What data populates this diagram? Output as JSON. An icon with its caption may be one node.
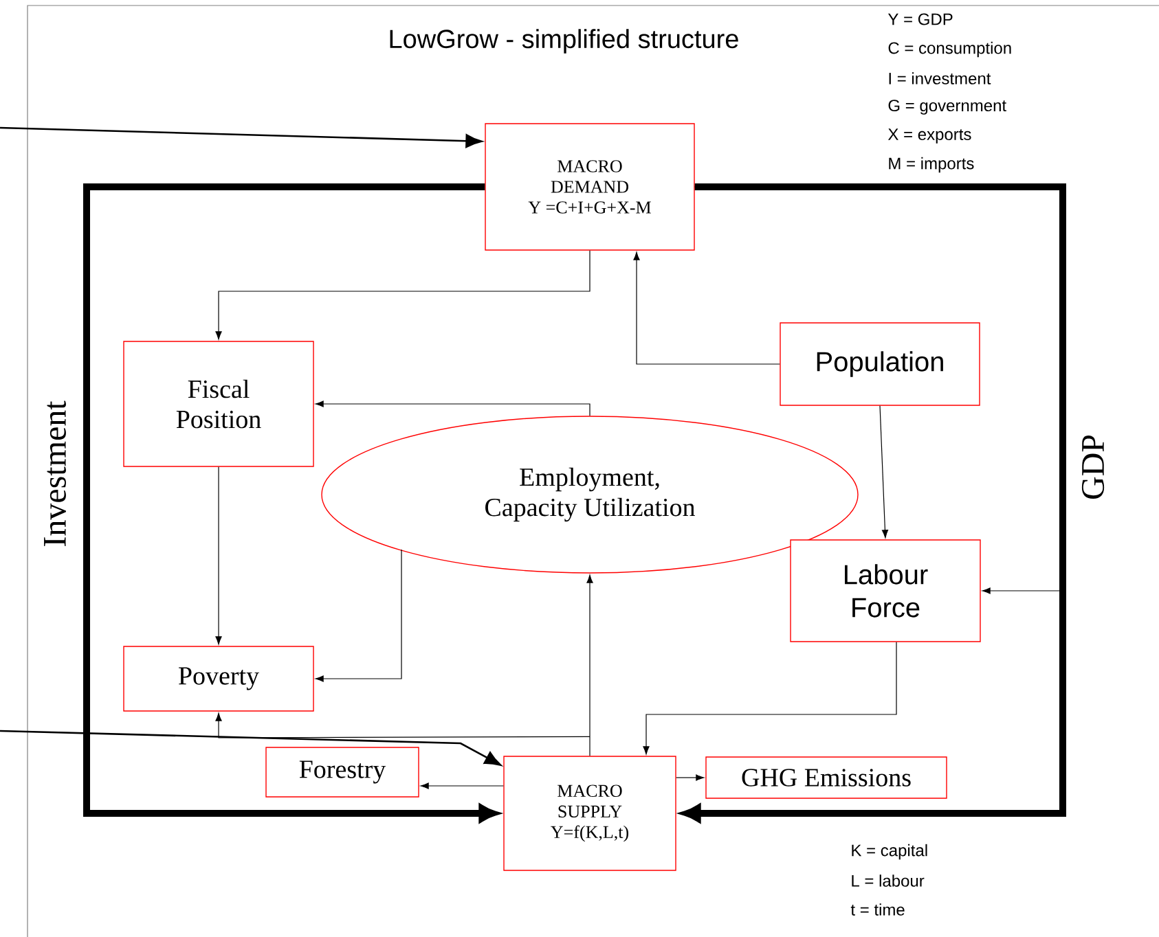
{
  "diagram": {
    "title": "LowGrow - simplified structure",
    "nodes": [
      {
        "text": [
          "MACRO DEMAND",
          "Y =C+I+G+X-M"
        ]
      },
      {
        "text": [
          "Fiscal Position"
        ]
      },
      {
        "text": [
          "Population"
        ]
      },
      {
        "text": [
          "Employment, Capacity Utilization"
        ]
      },
      {
        "text": [
          "Labour Force"
        ]
      },
      {
        "text": [
          "Poverty"
        ]
      },
      {
        "text": [
          "Forestry"
        ]
      },
      {
        "text": [
          "MACRO SUPPLY",
          "Y=f(K,L,t)"
        ]
      },
      {
        "text": [
          "GHG Emissions"
        ]
      }
    ],
    "edges": [
      {
        "from": null,
        "to": 0,
        "arrow": "to"
      },
      {
        "from": null,
        "to": 7,
        "arrow": "to"
      },
      {
        "from": 0,
        "to": 7,
        "arrow": "to",
        "label": "Investment",
        "style": "thick"
      },
      {
        "from": 0,
        "to": 7,
        "arrow": "to",
        "label": "GDP",
        "style": "thick"
      },
      {
        "from": 0,
        "to": 4,
        "arrow": "to"
      },
      {
        "from": 0,
        "to": 1,
        "arrow": "to"
      },
      {
        "from": 2,
        "to": 0,
        "arrow": "to"
      },
      {
        "from": 3,
        "to": 1,
        "arrow": "to"
      },
      {
        "from": 1,
        "to": 5,
        "arrow": "to"
      },
      {
        "from": 3,
        "to": 5,
        "arrow": "to"
      },
      {
        "from": 2,
        "to": 4,
        "arrow": "to"
      },
      {
        "from": 7,
        "to": 3,
        "arrow": "to"
      },
      {
        "from": 7,
        "to": 5,
        "arrow": "to"
      },
      {
        "from": 4,
        "to": 7,
        "arrow": "to"
      },
      {
        "from": 7,
        "to": 6,
        "arrow": "to"
      },
      {
        "from": 7,
        "to": 8,
        "arrow": "to"
      }
    ],
    "labels": [
      "Y = GDP",
      "C = consumption",
      "I  =  investment",
      "G = government",
      "X = exports",
      "M = imports",
      "K = capital",
      "L = labour",
      "t = time"
    ]
  }
}
